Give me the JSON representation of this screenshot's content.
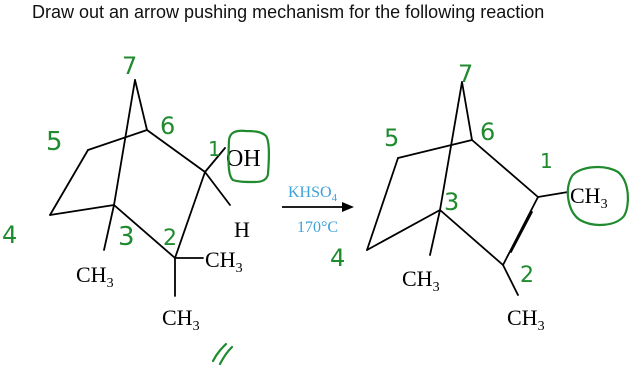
{
  "title": "Draw out an arrow pushing mechanism for the following reaction",
  "reactant": {
    "oh": "OH",
    "h": "H",
    "ch3_bridgehead": "CH",
    "ch3_gem_right": "CH",
    "ch3_gem_bottom": "CH",
    "sub": "3"
  },
  "product": {
    "ch3_bridgehead": "CH",
    "ch3_c1": "CH",
    "ch3_c2": "CH",
    "sub": "3"
  },
  "conditions": {
    "reagent": "KHSO",
    "reagent_sub": "4",
    "temperature": "170°C"
  },
  "annotations": {
    "reactant_labels": [
      "7",
      "6",
      "5",
      "1",
      "4",
      "3",
      "2"
    ],
    "product_labels": [
      "7",
      "6",
      "5",
      "1",
      "3",
      "4",
      "2"
    ]
  },
  "colors": {
    "annotation": "#1f8a2e",
    "conditions": "#3fa0d8",
    "ink": "#000000"
  }
}
